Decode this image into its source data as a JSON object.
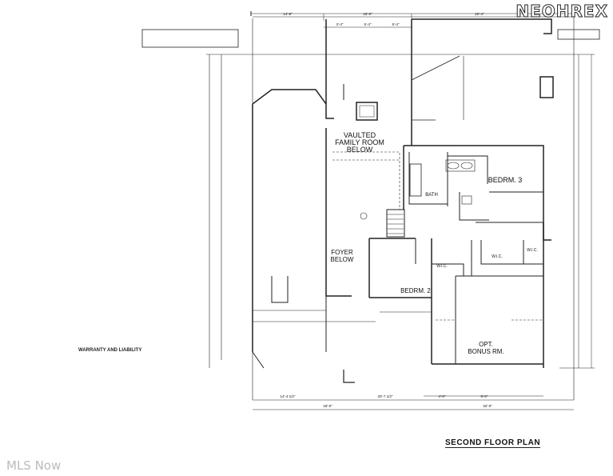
{
  "branding": {
    "watermark": "NEOHREX",
    "mls_logo": "MLS Now"
  },
  "plan": {
    "title": "SECOND FLOOR PLAN",
    "rooms": [
      {
        "key": "vaulted",
        "lines": [
          "VAULTED",
          "FAMILY ROOM",
          "BELOW"
        ]
      },
      {
        "key": "bedroom3",
        "lines": [
          "BEDRM. 3"
        ]
      },
      {
        "key": "bath",
        "lines": [
          "BATH"
        ]
      },
      {
        "key": "foyer",
        "lines": [
          "FOYER",
          "BELOW"
        ]
      },
      {
        "key": "bedroom2",
        "lines": [
          "BEDRM. 2"
        ]
      },
      {
        "key": "wic1",
        "lines": [
          "W.I.C."
        ]
      },
      {
        "key": "wic2",
        "lines": [
          "W.I.C."
        ]
      },
      {
        "key": "wic3",
        "lines": [
          "W.I.C."
        ]
      },
      {
        "key": "bonus",
        "lines": [
          "OPT.",
          "BONUS RM."
        ]
      }
    ],
    "dims_top": [
      "14'-8\"",
      "15'-0\"",
      "22'-4\""
    ],
    "dims_top_sub": [
      "3'-4\"",
      "5'-4\"",
      "5'-4\""
    ],
    "dims_bottom": [
      "14'-4 1/2\"",
      "20'-7 1/2\"",
      "4'-0\"",
      "8'-0\""
    ],
    "dims_bottom_total": [
      "18'-0\"",
      "32'-0\""
    ]
  },
  "warranty": {
    "title": "WARRANTY AND LIABILITY"
  }
}
